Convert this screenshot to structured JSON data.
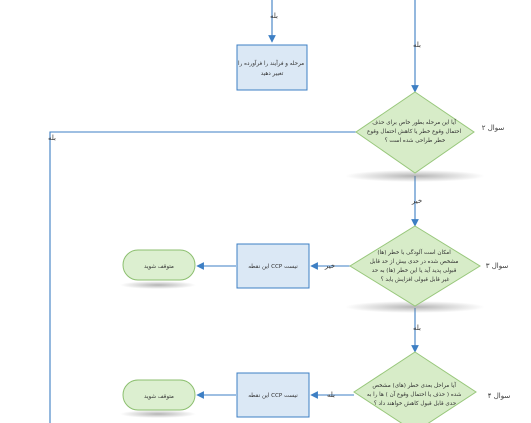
{
  "colors": {
    "line": "#3d7fc4",
    "box_fill": "#dbe8f5",
    "box_stroke": "#3d7fc4",
    "decision_fill": "#d7ecc8",
    "decision_stroke": "#98c77b",
    "terminal_fill": "#dcefd0",
    "terminal_stroke": "#8cbf6f"
  },
  "edge_labels": {
    "top_yes": "بله",
    "right_yes": "بله",
    "left_yes": "بله",
    "q2_no": "خیر",
    "q3_no": "خیر",
    "q3_yes": "بله",
    "q4_yes": "بله"
  },
  "process_box": {
    "lines": [
      "مرحله و فرآیند را فرآورده را",
      "تغییر دهید"
    ]
  },
  "questions": {
    "q2": {
      "label": "سوال ۲",
      "lines": [
        "آیا این مرحله بطور خاص برای حذف",
        "احتمال وقوع خطر یا کاهش احتمال وقوع",
        "خطر طراحی شده است ؟"
      ]
    },
    "q3": {
      "label": "سوال ۳",
      "lines": [
        "امکان است آلودگی با خطر (ها)",
        "مشخص شده در حدی بیش از حد قابل",
        "قبولی پدید آید یا این خطر (ها) به حد",
        "غیر قابل قبولی افزایش یابد ؟"
      ]
    },
    "q4": {
      "label": "سوال ۴",
      "lines": [
        "آیا مراحل بعدی خطر (های) مشخص",
        "شده ( حذف یا احتمال وقوع آن ) ها را به",
        "حدی قابل قبول کاهش خواهند داد ؟"
      ]
    }
  },
  "ccp_boxes": {
    "first": "این نقطه CCP نیست",
    "second": "این نقطه CCP نیست"
  },
  "terminals": {
    "first": "متوقف شوید",
    "second": "متوقف شوید"
  }
}
